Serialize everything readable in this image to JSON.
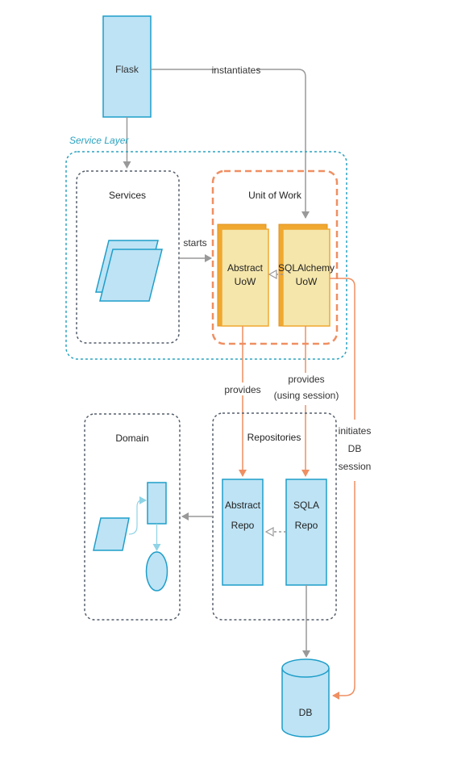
{
  "nodes": {
    "flask": "Flask",
    "service_layer": "Service Layer",
    "services": "Services",
    "unit_of_work": "Unit of Work",
    "abstract_uow_line1": "Abstract",
    "abstract_uow_line2": "UoW",
    "sqla_uow_line1": "SQLAlchemy",
    "sqla_uow_line2": "UoW",
    "domain": "Domain",
    "repositories": "Repositories",
    "abstract_repo_line1": "Abstract",
    "abstract_repo_line2": "Repo",
    "sqla_repo_line1": "SQLA",
    "sqla_repo_line2": "Repo",
    "db": "DB"
  },
  "edges": {
    "instantiates": "instantiates",
    "starts": "starts",
    "provides_left": "provides",
    "provides_right_line1": "provides",
    "provides_right_line2": "(using session)",
    "initiates_line1": "initiates",
    "initiates_line2": "DB",
    "initiates_line3": "session"
  },
  "colors": {
    "box_fill": "#bde3f5",
    "box_stroke": "#1f9ec9",
    "uow_fill": "#f5e6ab",
    "uow_stroke": "#f0a830",
    "orange": "#ef8f62",
    "grey_arrow": "#999999",
    "group_border": "#555f6b",
    "service_layer_border": "#2aa3c0",
    "service_layer_text": "#2aa3c0"
  }
}
